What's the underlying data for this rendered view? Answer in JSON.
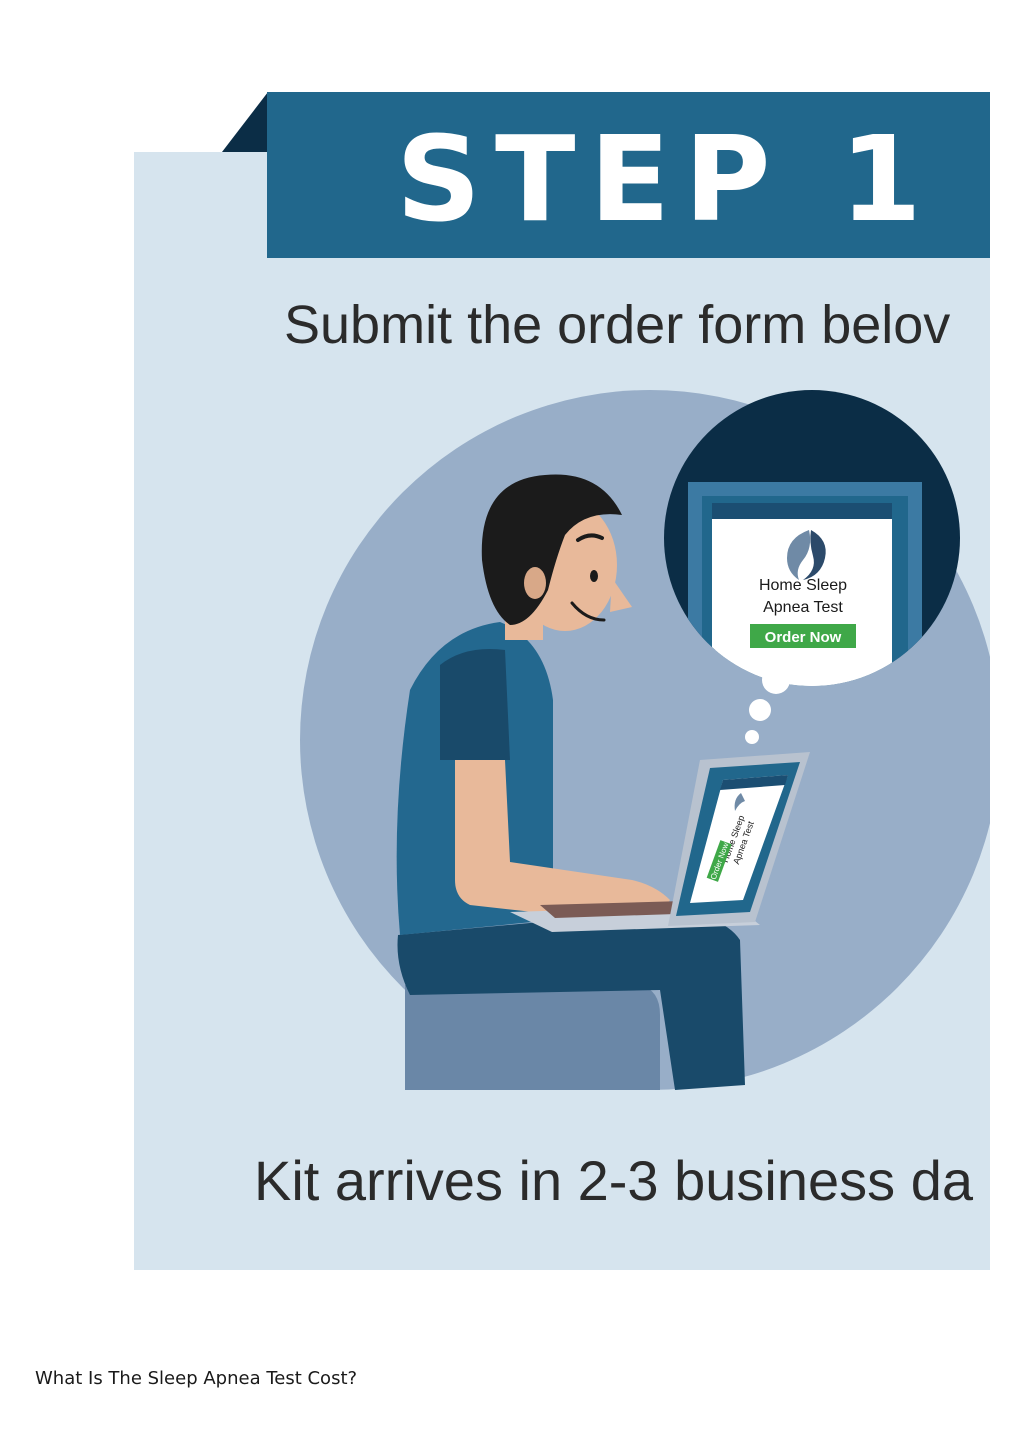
{
  "banner": {
    "step_label": "STEP 1",
    "headline": "Submit the order form belov",
    "footer_text": "Kit arrives in 2-3 business da"
  },
  "thought_bubble_card": {
    "product_line_1": "Home Sleep",
    "product_line_2": "Apnea Test",
    "button_label": "Order Now"
  },
  "laptop_card": {
    "product_line_1": "Home Sleep",
    "product_line_2": "Apnea Test",
    "button_label": "Order Now"
  },
  "page": {
    "caption": "What Is The Sleep Apnea Test Cost?"
  },
  "colors": {
    "panel_bg": "#d6e4ee",
    "banner_blue": "#21678c",
    "banner_dark": "#0b2d46",
    "circle_bg": "#98aec8",
    "shirt": "#23688f",
    "pants": "#194a6a",
    "skin": "#e8b99a",
    "order_green": "#3fa848"
  }
}
